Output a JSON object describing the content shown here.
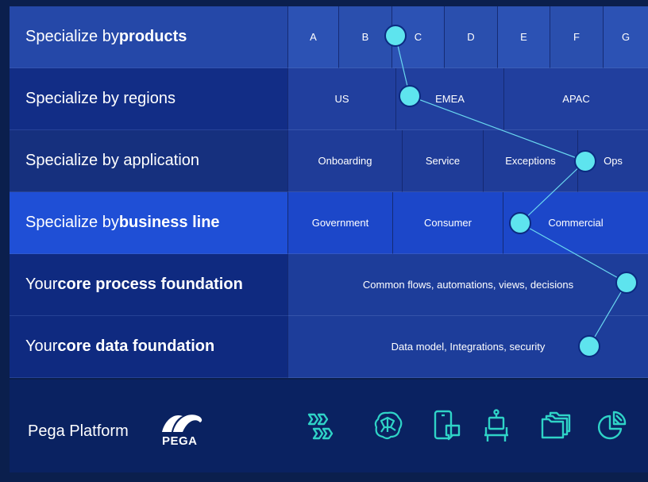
{
  "rows": [
    {
      "prefix": "Specialize by ",
      "bold": "products",
      "cells": [
        "A",
        "B",
        "C",
        "D",
        "E",
        "F",
        "G"
      ]
    },
    {
      "prefix": "Specialize by regions",
      "bold": "",
      "cells": [
        "US",
        "EMEA",
        "APAC"
      ]
    },
    {
      "prefix": "Specialize by application",
      "bold": "",
      "cells": [
        "Onboarding",
        "Service",
        "Exceptions",
        "Ops"
      ]
    },
    {
      "prefix": "Specialize by ",
      "bold": "business line",
      "cells": [
        "Government",
        "Consumer",
        "Commercial"
      ]
    },
    {
      "prefix": "Your ",
      "bold": "core process foundation",
      "cells": [
        "Common flows, automations, views, decisions"
      ]
    },
    {
      "prefix": "Your ",
      "bold": "core data foundation",
      "cells": [
        "Data model, Integrations, security"
      ]
    }
  ],
  "footer": {
    "platform_label": "Pega Platform",
    "logo_text": "PEGA",
    "icons": [
      "flow-blocks-icon",
      "brain-network-icon",
      "mobile-chat-icon",
      "robot-desk-icon",
      "folders-icon",
      "pie-chart-icon"
    ]
  },
  "path_nodes": [
    {
      "row": 0,
      "cell": "B"
    },
    {
      "row": 1,
      "cell": "EMEA"
    },
    {
      "row": 2,
      "cell": "Ops"
    },
    {
      "row": 3,
      "cell": "Commercial"
    },
    {
      "row": 4,
      "cell": "Common flows, automations, views, decisions"
    },
    {
      "row": 5,
      "cell": "Data model, Integrations, security"
    }
  ],
  "colors": {
    "background": "#0b1f4d",
    "node": "#5ee4ee",
    "highlight_row": "#1f4fd6",
    "link": "#6ad8f0",
    "icon": "#2fd3c7"
  }
}
